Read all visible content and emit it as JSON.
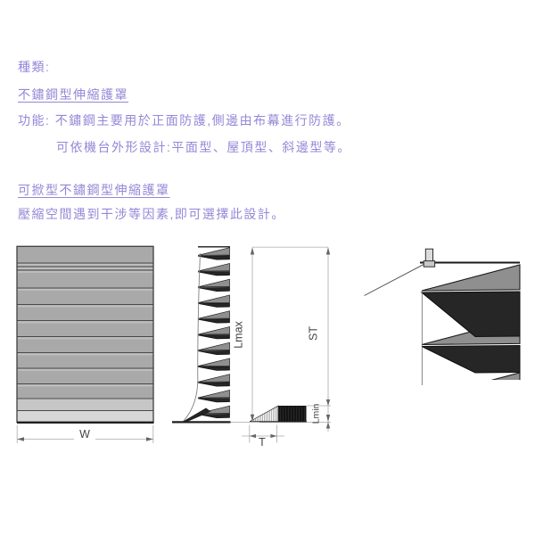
{
  "colors": {
    "text_purple": "#9687d7",
    "panel_gray": "#a9a9a9",
    "panel_light": "#c6c6c6",
    "panel_lighter": "#d7d7d7",
    "panel_strip": "#bfbfbf",
    "bellows_gray": "#8f8f8f",
    "bellows_dark": "#262626",
    "dim_line": "#aaaaaa",
    "dim_arrow": "#666666",
    "dim_label": "#444444"
  },
  "content": {
    "category_label": "種類:",
    "type1_title": "不鏽鋼型伸縮護罩",
    "type1_function_line1": "功能: 不鏽鋼主要用於正面防護,側邊由布幕進行防護。",
    "type1_function_line2": "可依機台外形設計:平面型、屋頂型、斜邊型等。",
    "type2_title": "可掀型不鏽鋼型伸縮護罩",
    "type2_desc": "壓縮空間遇到干涉等因素,即可選擇此設計。"
  },
  "diagram": {
    "labels": {
      "w": "W",
      "lmax": "Lmax",
      "st": "ST",
      "lmin": "Lmin",
      "t": "T"
    }
  }
}
